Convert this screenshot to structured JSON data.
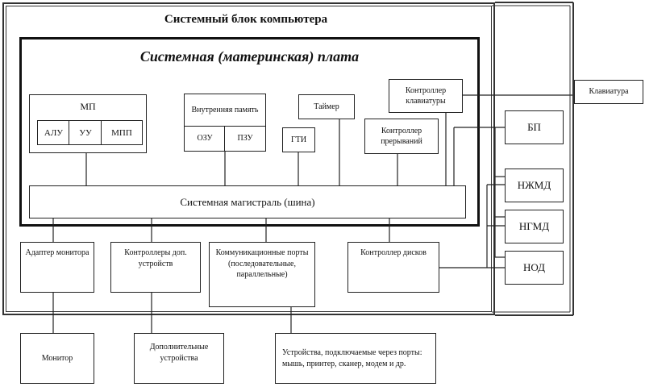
{
  "system_unit": {
    "title": "Системный блок компьютера"
  },
  "motherboard": {
    "title": "Системная (материнская) плата",
    "cpu": {
      "label": "МП",
      "parts": [
        "АЛУ",
        "УУ",
        "МПП"
      ]
    },
    "memory": {
      "label": "Внутренняя память",
      "parts": [
        "ОЗУ",
        "ПЗУ"
      ]
    },
    "timer": "Таймер",
    "clock_generator": "ГТИ",
    "interrupt_controller": "Контроллер прерываний",
    "keyboard_controller": "Контроллер клавиатуры",
    "bus": "Системная магистраль (шина)"
  },
  "unit_components": {
    "monitor_adapter": "Адаптер монитора",
    "extra_controllers": "Контроллеры доп. устройств",
    "comm_ports": "Коммуникационные порты (последовательные, параллельные)",
    "disk_controller": "Контроллер дисков",
    "power_supply": "БП",
    "hdd": "НЖМД",
    "fdd": "НГМД",
    "optical": "НОД"
  },
  "external": {
    "keyboard": "Клавиатура",
    "monitor": "Монитор",
    "extra_devices": "Дополнительные устройства",
    "port_devices": "Устройства, подключаемые через порты: мышь, принтер, сканер, модем и др."
  }
}
